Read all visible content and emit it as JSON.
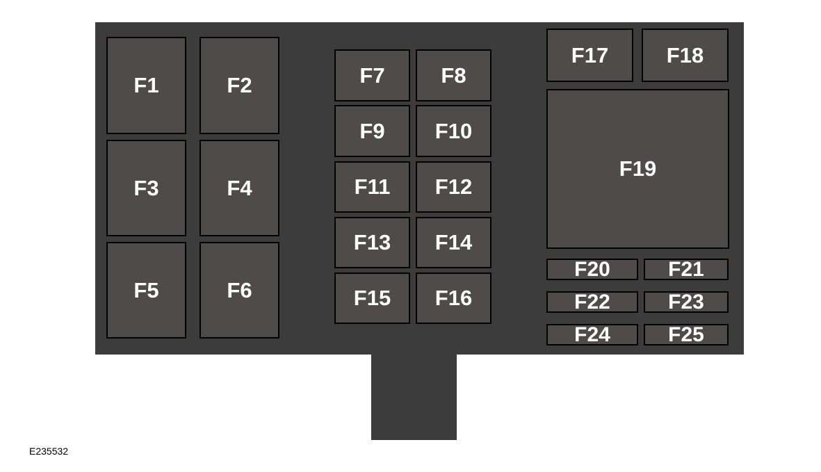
{
  "diagram": {
    "fuses": [
      "F1",
      "F2",
      "F3",
      "F4",
      "F5",
      "F6",
      "F7",
      "F8",
      "F9",
      "F10",
      "F11",
      "F12",
      "F13",
      "F14",
      "F15",
      "F16",
      "F17",
      "F18",
      "F19",
      "F20",
      "F21",
      "F22",
      "F23",
      "F24",
      "F25"
    ],
    "figure_code": "E235532"
  },
  "colors": {
    "housing": "#3b3c3b",
    "fuse": "#4f4b4b",
    "label": "#ffffff"
  }
}
